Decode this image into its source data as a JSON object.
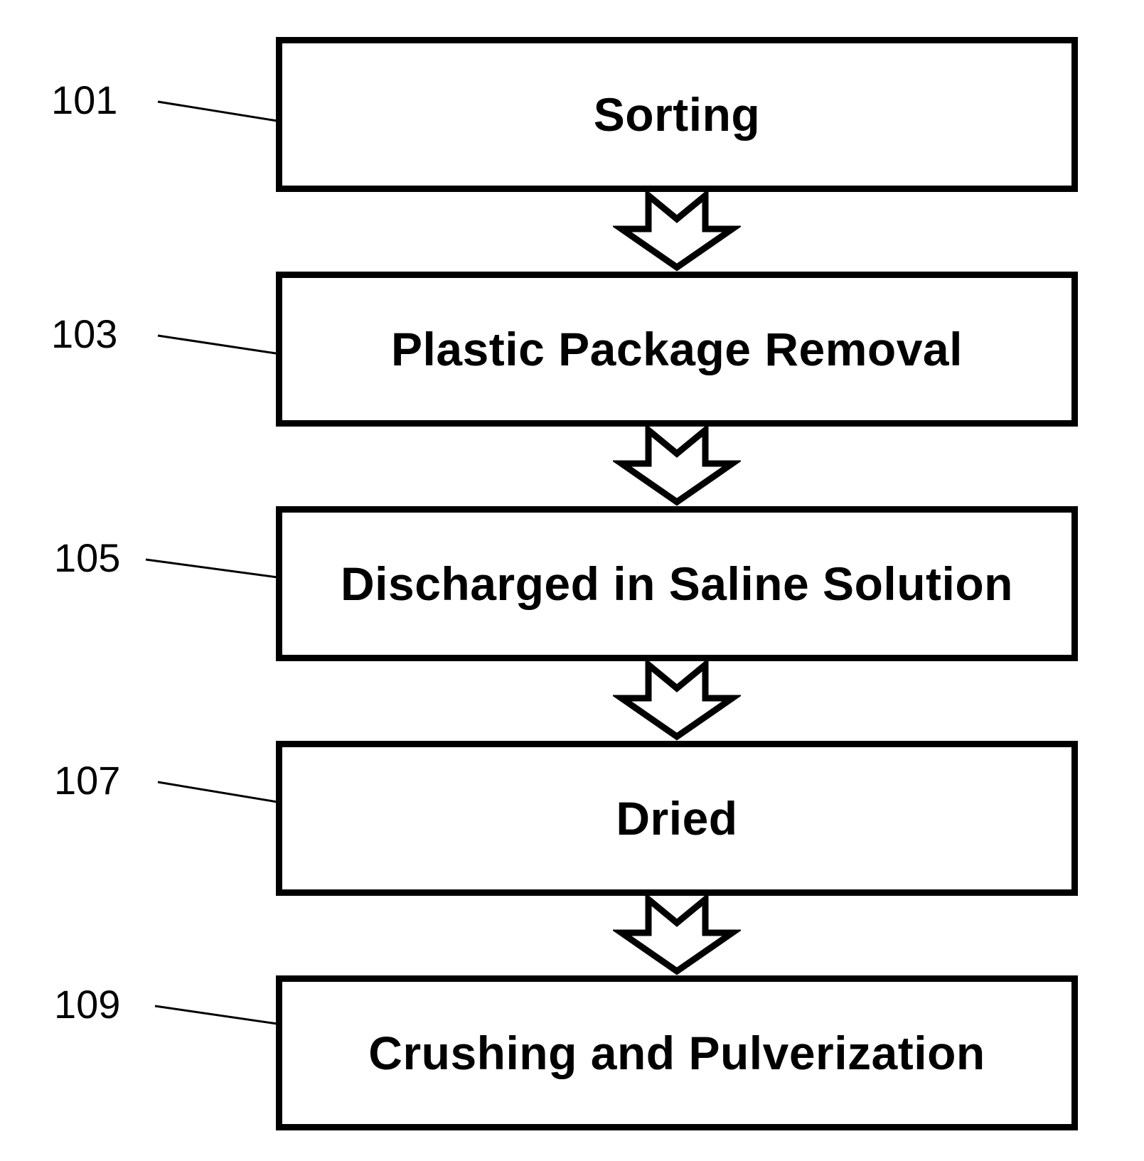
{
  "figure": {
    "type": "flowchart",
    "orientation": "vertical"
  },
  "colors": {
    "stroke": "#000000",
    "fill": "#ffffff"
  },
  "steps": [
    {
      "ref": "101",
      "label": "Sorting"
    },
    {
      "ref": "103",
      "label": "Plastic Package Removal"
    },
    {
      "ref": "105",
      "label": "Discharged in Saline Solution"
    },
    {
      "ref": "107",
      "label": "Dried"
    },
    {
      "ref": "109",
      "label": "Crushing and Pulverization"
    }
  ]
}
